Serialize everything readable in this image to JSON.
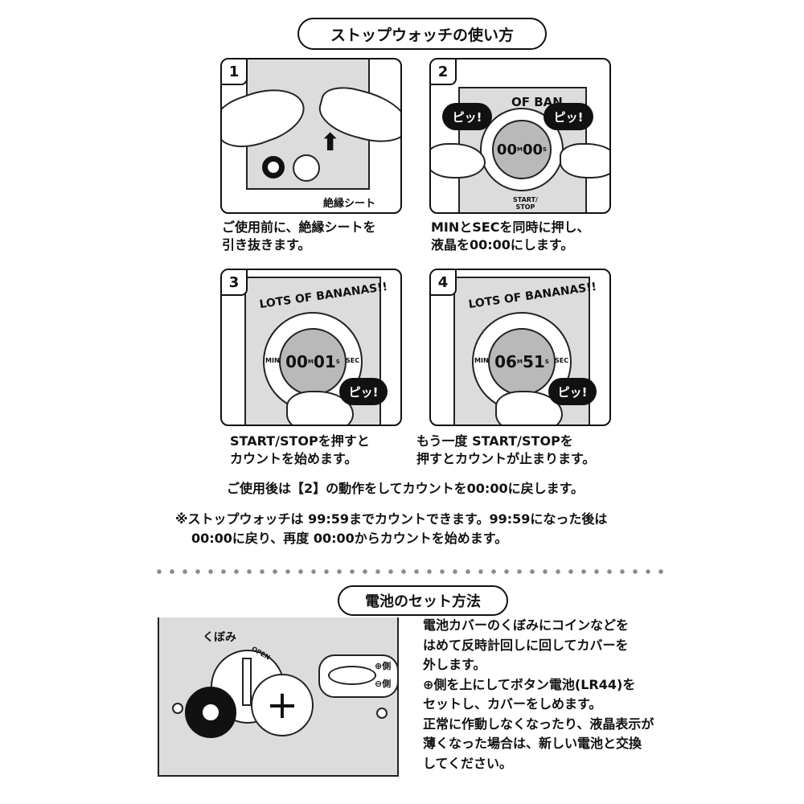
{
  "stopwatch_title": "ストップウォッチの使い方",
  "steps": [
    {
      "number": "1",
      "label": "絶縁シート",
      "caption_lines": [
        "ご使用前に、絶縁シートを",
        "引き抜きます。"
      ]
    },
    {
      "number": "2",
      "bubbles": [
        "ピッ!",
        "ピッ!"
      ],
      "brand_partial": "OF BAN",
      "display": {
        "min": "00",
        "sec": "00",
        "min_unit": "M",
        "sec_unit": "S"
      },
      "button_label": "START/\nSTOP",
      "caption_lines": [
        "MINとSECを同時に押し、",
        "液晶を00:00にします。"
      ]
    },
    {
      "number": "3",
      "brand": "LOTS OF BANANAS!!",
      "display": {
        "min": "00",
        "sec": "01",
        "min_unit": "M",
        "sec_unit": "S",
        "left": "MIN",
        "right": "SEC"
      },
      "bubble": "ピッ!",
      "caption_lines": [
        "START/STOPを押すと",
        "カウントを始めます。"
      ]
    },
    {
      "number": "4",
      "brand": "LOTS OF BANANAS!!",
      "display": {
        "min": "06",
        "sec": "51",
        "min_unit": "M",
        "sec_unit": "S",
        "left": "MIN",
        "right": "SEC"
      },
      "bubble": "ピッ!",
      "caption_lines": [
        "もう一度 START/STOPを",
        "押すとカウントが止まります。"
      ]
    }
  ],
  "after_use_note": "ご使用後は【2】の動作をしてカウントを00:00に戻します。",
  "limit_note_lines": [
    "※ストップウォッチは 99:59までカウントできます。99:59になった後は",
    "00:00に戻り、再度 00:00からカウントを始めます。"
  ],
  "battery_title": "電池のセット方法",
  "battery_labels": {
    "kubomi": "くぼみ",
    "open": "OPEN",
    "plus_side": "側",
    "minus_side": "側"
  },
  "battery_instructions": [
    "電池カバーのくぼみにコインなどを",
    "はめて反時計回しに回してカバーを",
    "外します。",
    "⊕側を上にしてボタン電池(LR44)を",
    "セットし、カバーをしめます。",
    "正常に作動しなくなったり、液晶表示が",
    "薄くなった場合は、新しい電池と交換",
    "してください。"
  ]
}
